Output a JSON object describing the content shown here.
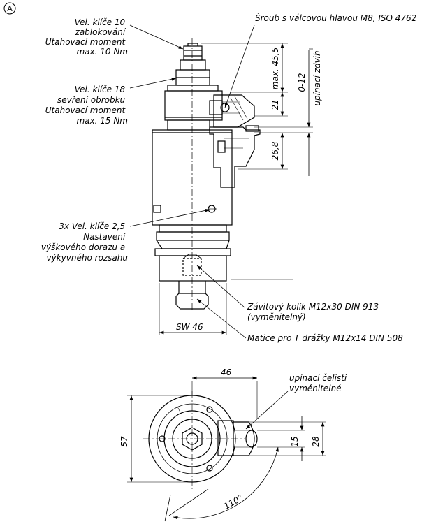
{
  "view_marker": "A",
  "top_view": {
    "callouts": {
      "wrench_10": [
        "Vel. klíče 10",
        "zablokování",
        "Utahovací moment",
        "max. 10 Nm"
      ],
      "screw": "Šroub s válcovou hlavou M8, ISO 4762",
      "wrench_18": [
        "Vel. klíče 18",
        "sevření obrobku",
        "Utahovací moment",
        "max. 15 Nm"
      ],
      "wrench_2_5": [
        "3x Vel. klíče 2,5",
        "Nastavení",
        "výškového dorazu a",
        "výkyvného rozsahu"
      ],
      "grub_screw": [
        "Závitový kolík M12x30 DIN 913",
        "(vyměnitelný)"
      ],
      "t_nut": "Matice pro T drážky M12x14 DIN 508"
    },
    "dimensions": {
      "max_45_5": "max. 45,5",
      "clamp_stroke_range": "0-12",
      "clamp_stroke_label": "upínací zdvih",
      "d21": "21",
      "d26_8": "26,8",
      "sw46": "SW 46"
    }
  },
  "bottom_view": {
    "callouts": {
      "jaws": [
        "upínací čelisti",
        "vyměnitelné"
      ]
    },
    "dimensions": {
      "d46": "46",
      "d57": "57",
      "d15": "15",
      "d28": "28",
      "angle": "110°"
    }
  }
}
